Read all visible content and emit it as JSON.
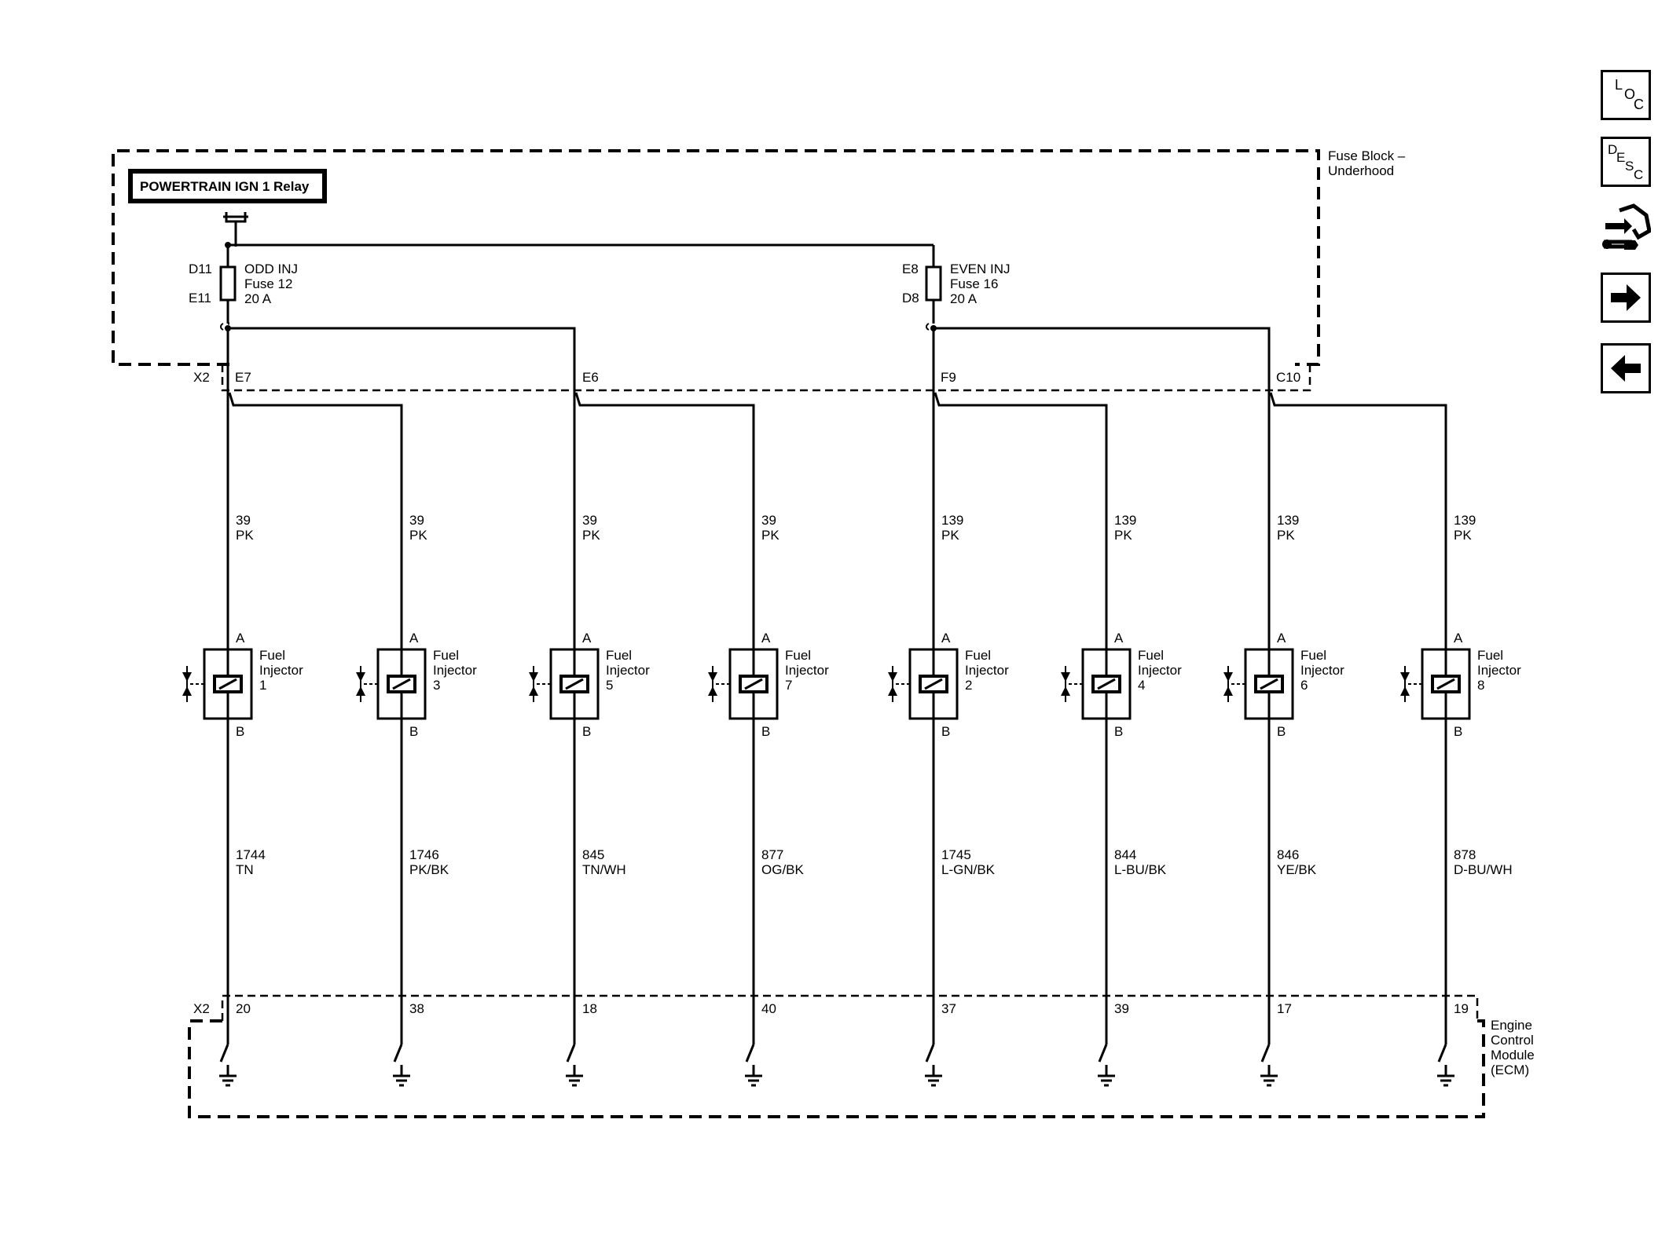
{
  "fuse_block": {
    "label_line1": "Fuse Block –",
    "label_line2": "Underhood",
    "relay": "POWERTRAIN IGN 1 Relay",
    "fuses": [
      {
        "top_pin": "D11",
        "bottom_pin": "E11",
        "line1": "ODD INJ",
        "line2": "Fuse 12",
        "line3": "20 A"
      },
      {
        "top_pin": "E8",
        "bottom_pin": "D8",
        "line1": "EVEN INJ",
        "line2": "Fuse 16",
        "line3": "20 A"
      }
    ],
    "connector": "X2",
    "pins": [
      "E7",
      "E6",
      "F9",
      "C10"
    ]
  },
  "injectors": [
    {
      "name": "Fuel",
      "name2": "Injector",
      "num": "1",
      "supply_circuit": "39",
      "supply_color": "PK",
      "pin_a": "A",
      "pin_b": "B",
      "ctrl_circuit": "1744",
      "ctrl_color": "TN",
      "ecm_pin": "20"
    },
    {
      "name": "Fuel",
      "name2": "Injector",
      "num": "3",
      "supply_circuit": "39",
      "supply_color": "PK",
      "pin_a": "A",
      "pin_b": "B",
      "ctrl_circuit": "1746",
      "ctrl_color": "PK/BK",
      "ecm_pin": "38"
    },
    {
      "name": "Fuel",
      "name2": "Injector",
      "num": "5",
      "supply_circuit": "39",
      "supply_color": "PK",
      "pin_a": "A",
      "pin_b": "B",
      "ctrl_circuit": "845",
      "ctrl_color": "TN/WH",
      "ecm_pin": "18"
    },
    {
      "name": "Fuel",
      "name2": "Injector",
      "num": "7",
      "supply_circuit": "39",
      "supply_color": "PK",
      "pin_a": "A",
      "pin_b": "B",
      "ctrl_circuit": "877",
      "ctrl_color": "OG/BK",
      "ecm_pin": "40"
    },
    {
      "name": "Fuel",
      "name2": "Injector",
      "num": "2",
      "supply_circuit": "139",
      "supply_color": "PK",
      "pin_a": "A",
      "pin_b": "B",
      "ctrl_circuit": "1745",
      "ctrl_color": "L-GN/BK",
      "ecm_pin": "37"
    },
    {
      "name": "Fuel",
      "name2": "Injector",
      "num": "4",
      "supply_circuit": "139",
      "supply_color": "PK",
      "pin_a": "A",
      "pin_b": "B",
      "ctrl_circuit": "844",
      "ctrl_color": "L-BU/BK",
      "ecm_pin": "39"
    },
    {
      "name": "Fuel",
      "name2": "Injector",
      "num": "6",
      "supply_circuit": "139",
      "supply_color": "PK",
      "pin_a": "A",
      "pin_b": "B",
      "ctrl_circuit": "846",
      "ctrl_color": "YE/BK",
      "ecm_pin": "17"
    },
    {
      "name": "Fuel",
      "name2": "Injector",
      "num": "8",
      "supply_circuit": "139",
      "supply_color": "PK",
      "pin_a": "A",
      "pin_b": "B",
      "ctrl_circuit": "878",
      "ctrl_color": "D-BU/WH",
      "ecm_pin": "19"
    }
  ],
  "ecm": {
    "connector": "X2",
    "line1": "Engine",
    "line2": "Control",
    "line3": "Module",
    "line4": "(ECM)"
  },
  "toolbar": {
    "loc": {
      "l1": "L",
      "l2": "O",
      "l3": "C",
      "icon": "location-icon"
    },
    "desc": {
      "l1": "D",
      "l2": "E",
      "l3": "S",
      "l4": "C",
      "icon": "description-icon"
    },
    "connector_icon": "connector-tool-icon",
    "next_icon": "arrow-right-icon",
    "prev_icon": "arrow-left-icon"
  }
}
